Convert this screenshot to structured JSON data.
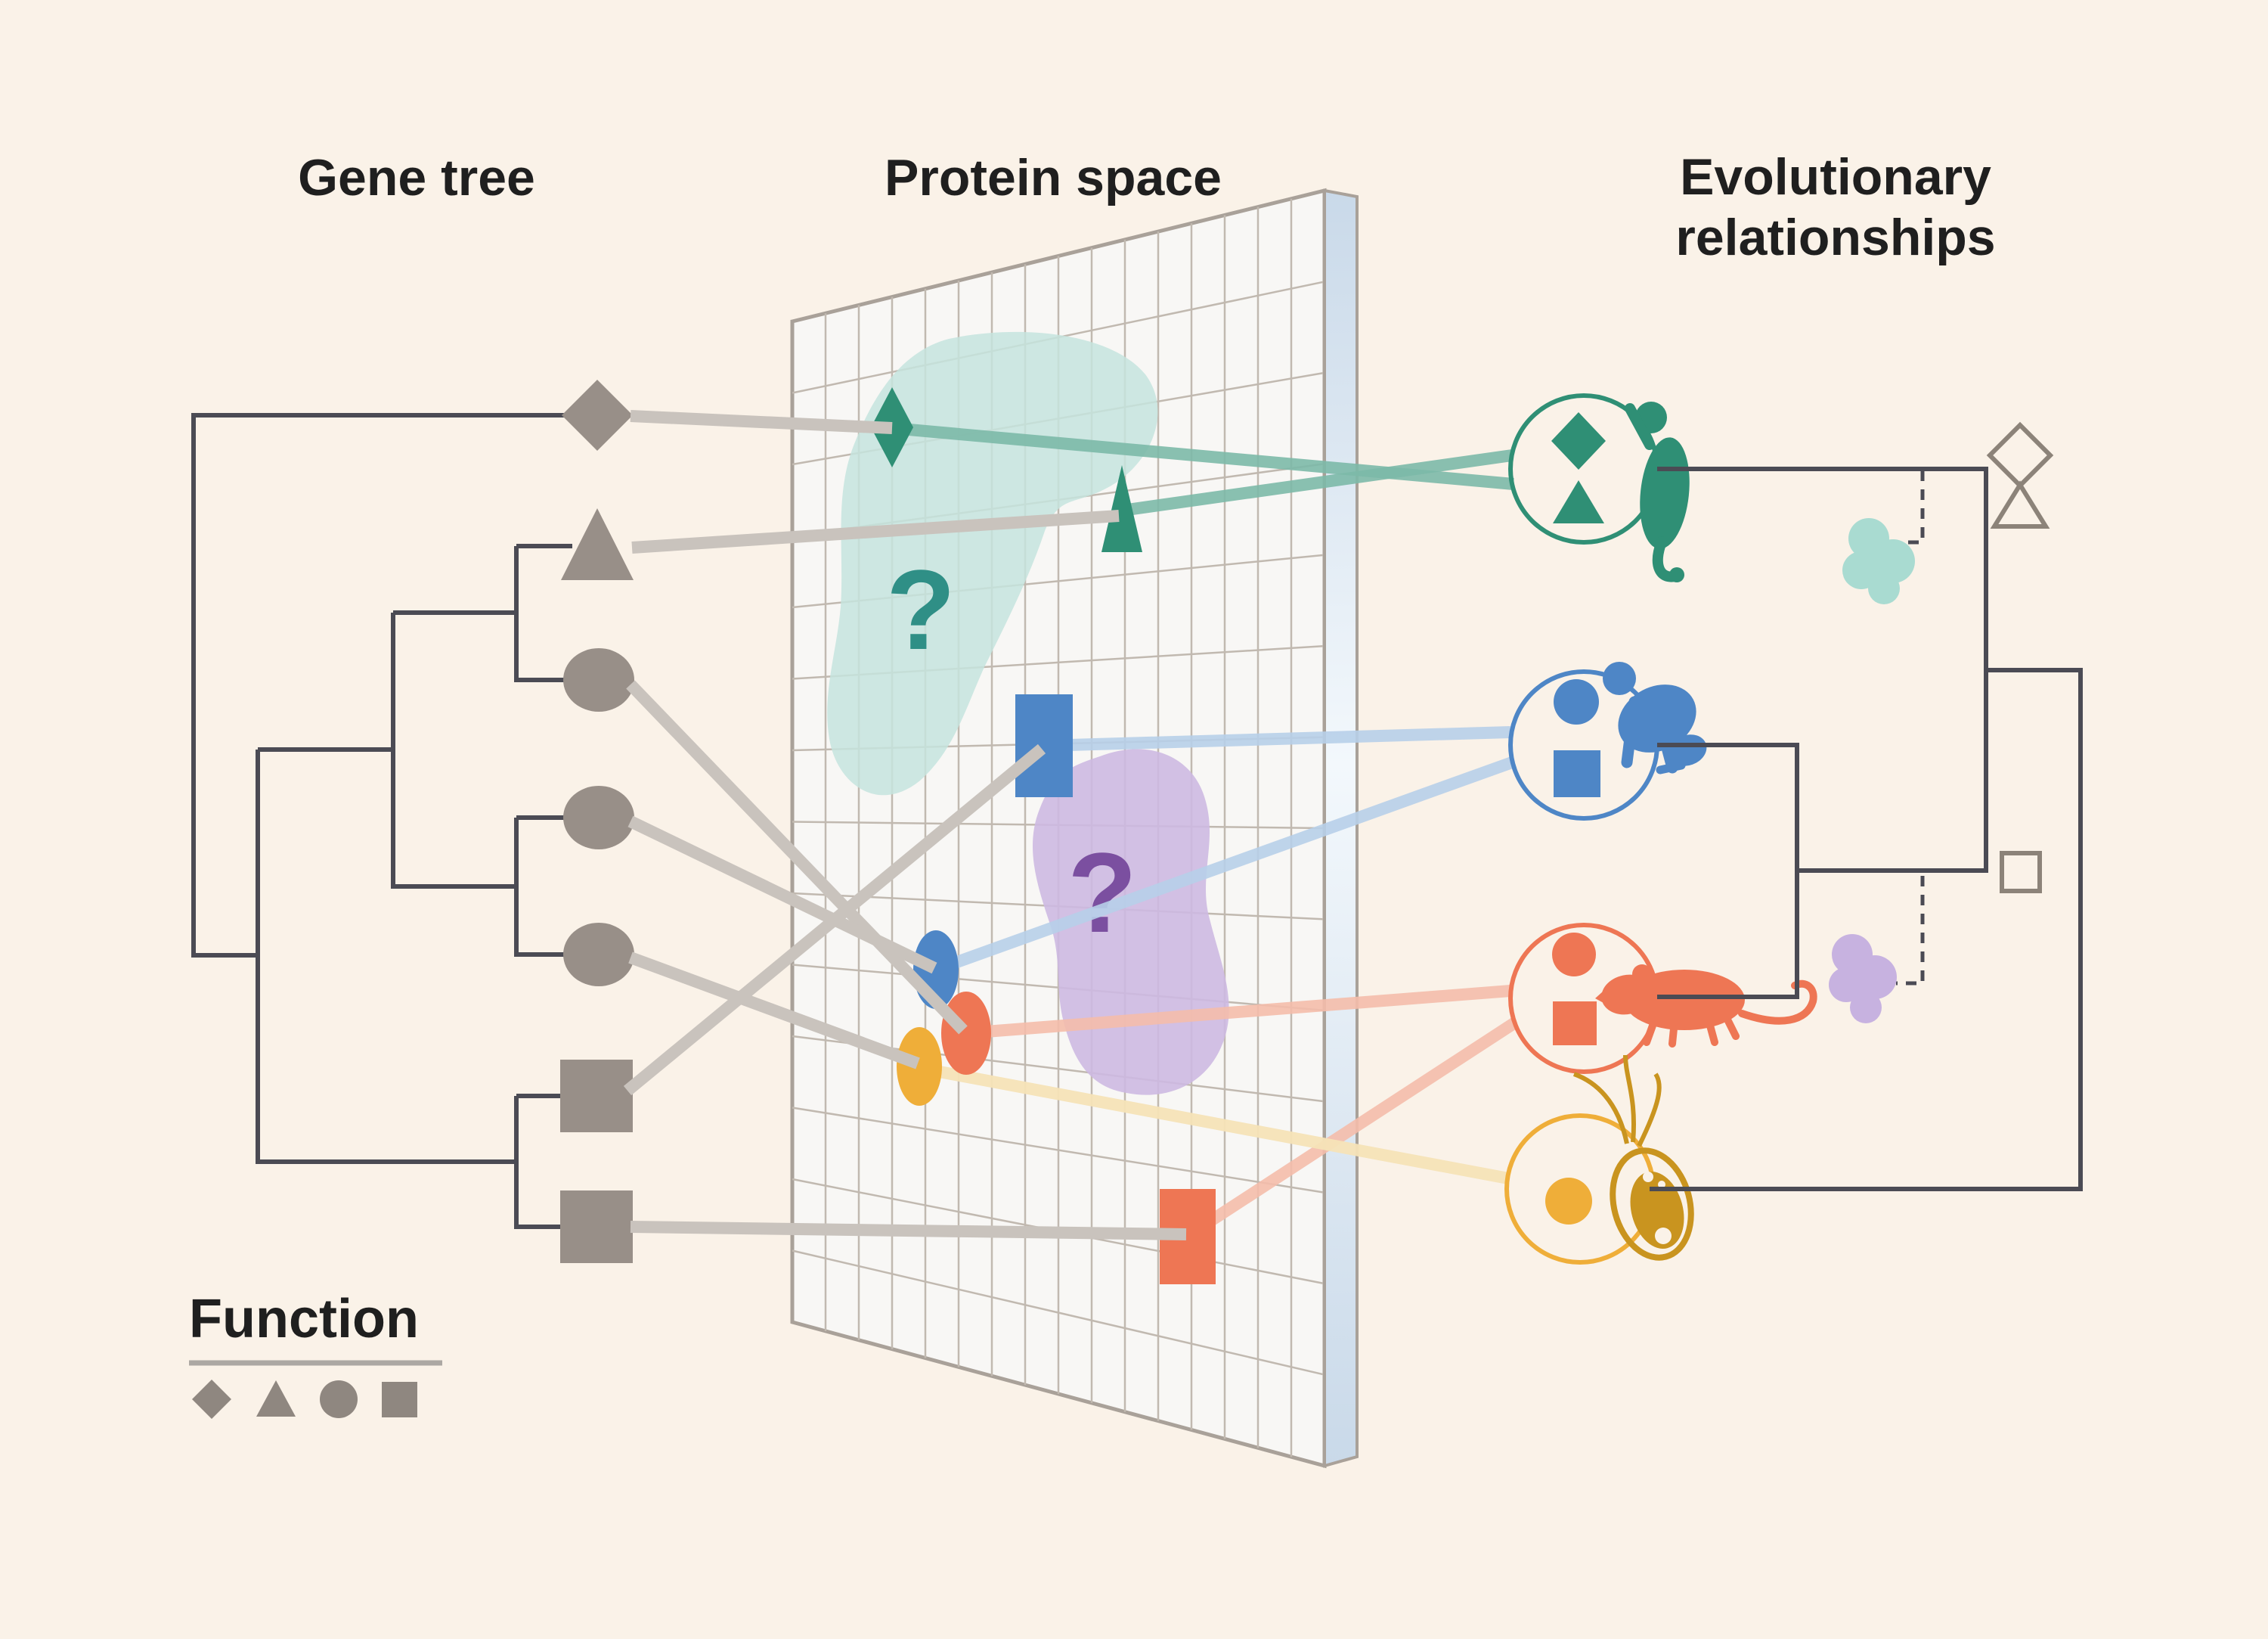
{
  "titles": {
    "gene_tree": "Gene tree",
    "protein_space": "Protein space",
    "evolutionary_line1": "Evolutionary",
    "evolutionary_line2": "relationships"
  },
  "legend": {
    "title": "Function",
    "shapes": [
      "diamond",
      "triangle",
      "circle",
      "square"
    ]
  },
  "protein_space": {
    "question_marks": [
      {
        "id": "teal-unknown-region",
        "label": "?"
      },
      {
        "id": "purple-unknown-region",
        "label": "?"
      }
    ]
  },
  "gene_tree": {
    "tips": [
      {
        "function": "diamond"
      },
      {
        "function": "triangle"
      },
      {
        "function": "circle"
      },
      {
        "function": "circle"
      },
      {
        "function": "circle"
      },
      {
        "function": "square"
      },
      {
        "function": "square"
      }
    ]
  },
  "species": [
    {
      "icon": "gibbon-icon",
      "functions": [
        "diamond",
        "triangle"
      ],
      "color": "#2F8F75"
    },
    {
      "icon": "chimpanzee-icon",
      "functions": [
        "circle",
        "square"
      ],
      "color": "#4E86C6"
    },
    {
      "icon": "rat-icon",
      "functions": [
        "circle",
        "square"
      ],
      "color": "#EE7654"
    },
    {
      "icon": "green-alga-icon",
      "functions": [
        "circle"
      ],
      "color": "#EFAE39"
    }
  ],
  "colors": {
    "background": "#FAF2E8",
    "text": "#1F1F1F",
    "tree_line": "#4B4B54",
    "gene_gray": "#988F88",
    "beam_gray": "#C9C3BD",
    "teal": "#2F8F75",
    "teal_beam": "#7CB9A8",
    "teal_blob": "#C6E4DE",
    "teal_qmark": "#2F8F86",
    "teal_cloud": "#A9DBD1",
    "blue": "#4E86C6",
    "blue_beam": "#B7CFE9",
    "orange": "#EE7654",
    "orange_beam": "#F4BCAB",
    "yellow": "#EFAE39",
    "yellow_beam": "#F6E3B7",
    "algae_dark": "#C9941F",
    "purple_blob": "#CDB9E2",
    "purple_qmark": "#7B4FA0",
    "purple_cloud": "#C7B2E0",
    "panel_face": "#F8F7F5",
    "panel_grid": "#C1B9B0",
    "panel_border": "#A9A199",
    "legend_gray": "#8F8780",
    "outline_gray": "#8C8379",
    "underline_gray": "#ACA8A3"
  }
}
